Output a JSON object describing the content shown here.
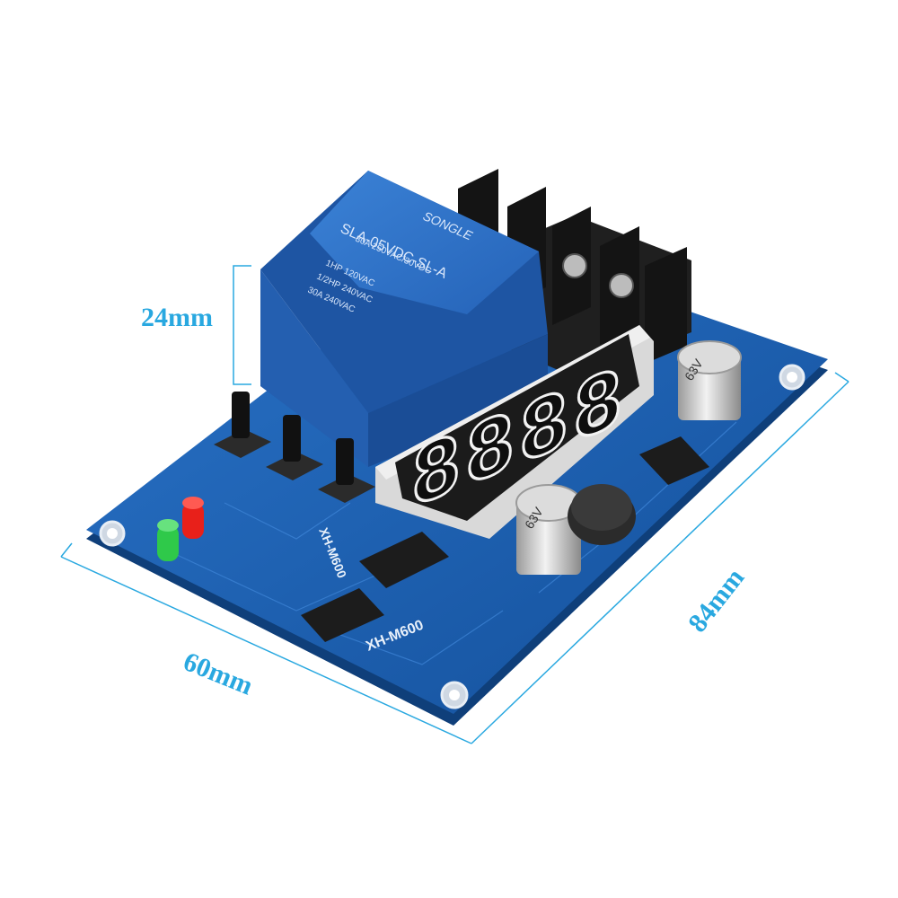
{
  "dimensions": {
    "height_label": "24mm",
    "width_label": "60mm",
    "length_label": "84mm"
  },
  "board": {
    "model_top": "XH-M600",
    "model_bottom": "XH-M600"
  },
  "relay": {
    "brand": "SONGLE",
    "part_number": "SLA-05VDC-SL-A",
    "rating_lines": [
      "30A 250VAC/30VDC",
      "1HP 120VAC",
      "1/2HP 240VAC",
      "30A 240VAC"
    ]
  },
  "display": {
    "digits": [
      "8",
      "8",
      "8",
      "8"
    ]
  },
  "capacitors": {
    "cap1": "63V",
    "cap2": "63V"
  },
  "colors": {
    "pcb": "#1a5fb4",
    "relay": "#2d6fc4",
    "dimension": "#29a8e0",
    "led_red": "#e8201a",
    "led_green": "#2fc94a"
  }
}
